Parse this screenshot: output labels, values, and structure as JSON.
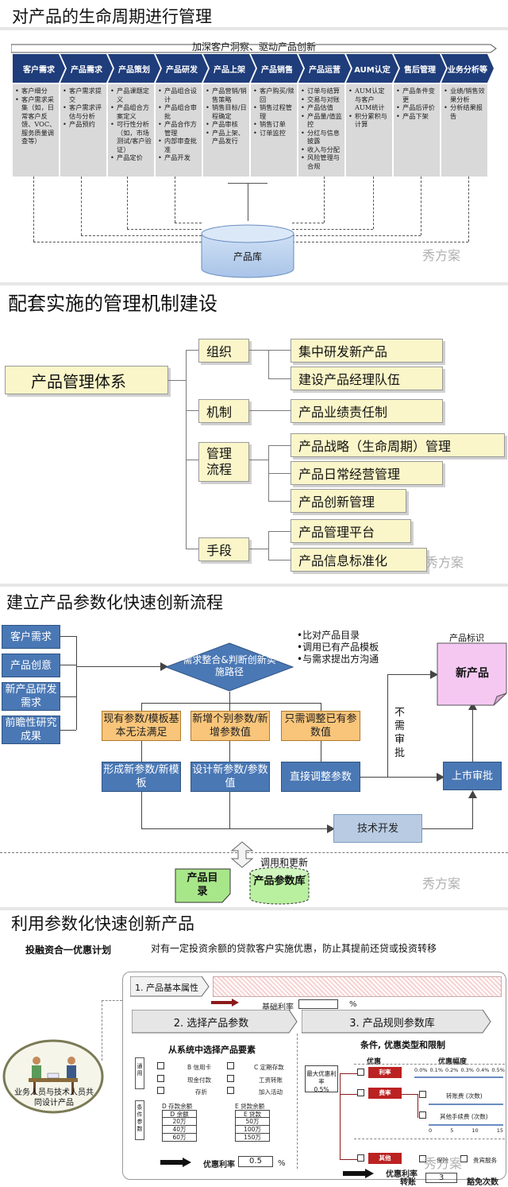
{
  "section1": {
    "title": "对产品的生命周期进行管理",
    "banner": "加深客户洞察、驱动产品创新",
    "stages": [
      {
        "label": "客户需求",
        "items": [
          "客户细分",
          "客户需求采集（如，日常客户反馈、VOC、服务质量调查等）"
        ]
      },
      {
        "label": "产品需求",
        "items": [
          "客户需求提交",
          "客户需求评估与分析",
          "产品预约"
        ]
      },
      {
        "label": "产品策划",
        "items": [
          "产品课题定义",
          "产品组合方案定义",
          "可行性分析（如，市场测试/客户验证）",
          "产品定价"
        ]
      },
      {
        "label": "产品研发",
        "items": [
          "产品组合设计",
          "产品组合审批",
          "产品合作方管理",
          "内部审查批准",
          "产品开发"
        ]
      },
      {
        "label": "产品上架",
        "items": [
          "产品营销/销售策略",
          "销售目标/日程确定",
          "产品审核",
          "产品上架、产品发行"
        ]
      },
      {
        "label": "产品销售",
        "items": [
          "客户购买/赎回",
          "销售过程管理",
          "销售订单",
          "订单监控"
        ]
      },
      {
        "label": "产品运营",
        "items": [
          "订单与结算",
          "交易与对账",
          "产品估值",
          "产品量/值监控",
          "分红与信息披露",
          "收入与分配",
          "风险管理与合规"
        ]
      },
      {
        "label": "AUM认定",
        "items": [
          "AUM认定与客户AUM统计",
          "积分累积与计算"
        ]
      },
      {
        "label": "售后管理",
        "items": [
          "产品条件变更",
          "产品后评价",
          "产品下架"
        ]
      },
      {
        "label": "业务分析等",
        "items": [
          "业绩/销售效果分析",
          "分析结果报告"
        ]
      }
    ],
    "db_label": "产品库",
    "watermark": "秀方案"
  },
  "section2": {
    "title": "配套实施的管理机制建设",
    "root": "产品管理体系",
    "groups": [
      {
        "label": "组织",
        "items": [
          "集中研发新产品",
          "建设产品经理队伍"
        ]
      },
      {
        "label": "机制",
        "items": [
          "产品业绩责任制"
        ]
      },
      {
        "label": "管理流程",
        "items": [
          "产品战略（生命周期）管理",
          "产品日常经营管理",
          "产品创新管理"
        ]
      },
      {
        "label": "手段",
        "items": [
          "产品管理平台",
          "产品信息标准化"
        ]
      }
    ],
    "watermark": "秀方案"
  },
  "section3": {
    "title": "建立产品参数化快速创新流程",
    "inputs": [
      "客户需求",
      "产品创意",
      "新产品研发需求",
      "前瞻性研究成果"
    ],
    "diamond": "需求整合&判断创新实施路径",
    "notes": [
      "•比对产品目录",
      "•调用已有产品模板",
      "•与需求提出方沟通"
    ],
    "options": [
      "现有参数/模板基本无法满足",
      "新增个别参数/新增参数值",
      "只需调整已有参数值"
    ],
    "actions": [
      "形成新参数/新模板",
      "设计新参数/参数值",
      "直接调整参数"
    ],
    "no_approval": "不需审批",
    "launch": "上市审批",
    "tech_dev": "技术开发",
    "product_tag": "产品标识",
    "new_product": "新产品",
    "update_label": "调用和更新",
    "catalog": "产品目录",
    "param_lib": "产品参数库",
    "watermark": "秀方案"
  },
  "section4": {
    "title": "利用参数化快速创新产品",
    "plan_name": "投融资合一优惠计划",
    "plan_desc": "对有一定投资余额的贷款客户实施优惠，防止其提前还贷或投资转移",
    "staff_label": "业务人员与技术人员共同设计产品",
    "step1": "1. 产品基本属性",
    "base_rate_label": "基础利率",
    "percent": "%",
    "step2": "2. 选择产品参数",
    "step3": "3. 产品规则参数库",
    "select_from": "从系统中选择产品要素",
    "rule_title": "条件, 优惠类型和限制",
    "options_left": [
      "B 信用卡",
      "C 定期存款",
      "现金付款",
      "工资转账",
      "存折",
      "加入活动"
    ],
    "deposit_table": {
      "head": "D 存款余额",
      "col": "D 余额",
      "rows": [
        "20万",
        "40万",
        "60万"
      ]
    },
    "loan_table": {
      "head": "E 贷款余额",
      "col": "E 贷款",
      "rows": [
        "50万",
        "100万",
        "150万"
      ]
    },
    "side_a": "通用",
    "side_b": "条件参数",
    "pref_rate_label": "优惠利率",
    "pref_rate_value": "0.5",
    "max_pref_label": "最大优惠利率",
    "max_pref_value": "0.5%",
    "pref_header": "优惠",
    "range_header": "优惠幅度",
    "scale": [
      "0.0%",
      "0.1%",
      "0.2%",
      "0.3%",
      "0.4%",
      "0.5%"
    ],
    "rate_tags": [
      "利率",
      "费率",
      "其他"
    ],
    "fee_a": "转账费 (次数)",
    "fee_b": "其他手续费 (次数)",
    "fee_scale": [
      "0",
      "5",
      "10",
      "15"
    ],
    "extras": [
      "保险",
      "贵宾服务"
    ],
    "bottom_a": "优惠利率",
    "bottom_b": "转账",
    "bottom_b_value": "3",
    "bottom_c": "豁免次数",
    "watermark": "秀方案"
  }
}
